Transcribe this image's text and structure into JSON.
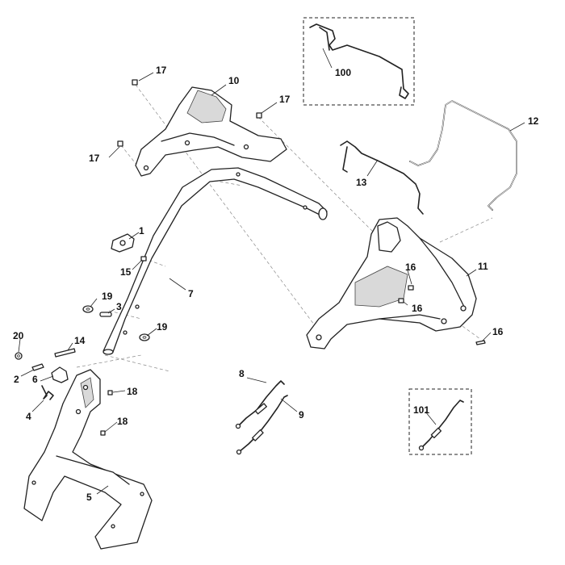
{
  "diagram": {
    "callouts": {
      "p1": "1",
      "p2": "2",
      "p3": "3",
      "p4": "4",
      "p5": "5",
      "p6": "6",
      "p7": "7",
      "p8": "8",
      "p9": "9",
      "p10": "10",
      "p11": "11",
      "p12": "12",
      "p13": "13",
      "p14": "14",
      "p15": "15",
      "p16a": "16",
      "p16b": "16",
      "p16c": "16",
      "p17a": "17",
      "p17b": "17",
      "p17c": "17",
      "p18a": "18",
      "p18b": "18",
      "p19a": "19",
      "p19b": "19",
      "p20": "20",
      "p100": "100",
      "p101": "101"
    }
  }
}
